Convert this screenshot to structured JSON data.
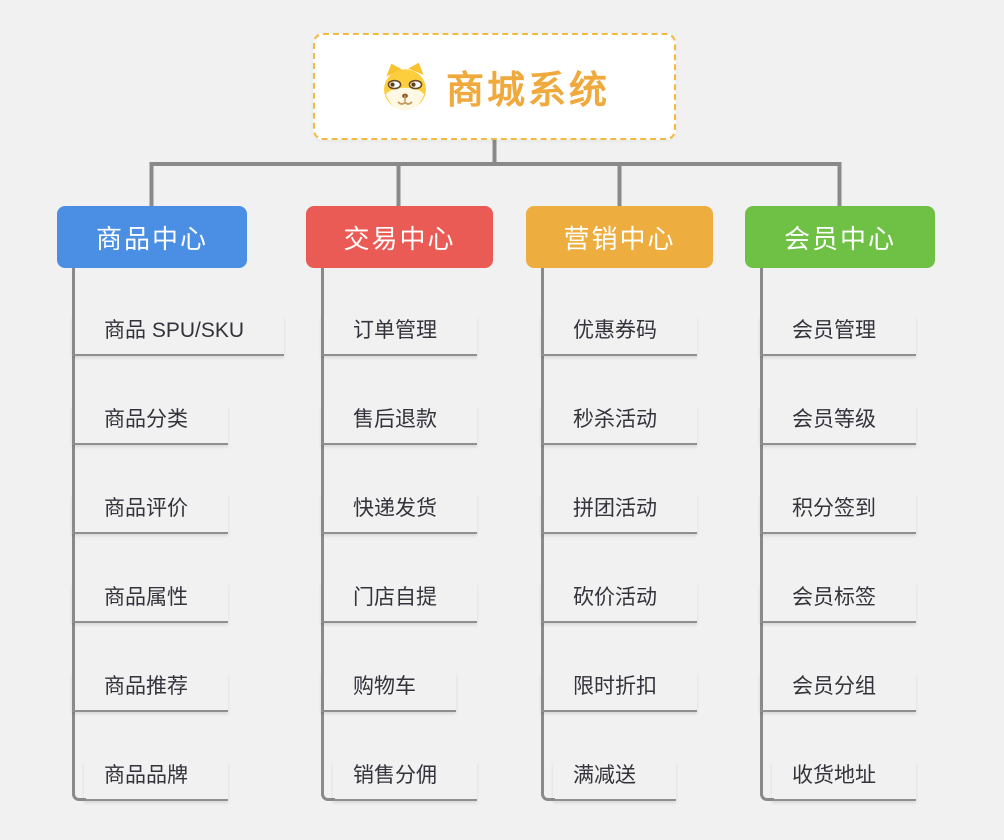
{
  "canvas": {
    "background_color": "#F1F1F1",
    "connector_color": "#8A8A8A",
    "leaf_underline_color": "#8F8F8F",
    "leaf_text_color": "#33333B"
  },
  "root": {
    "title": "商城系统",
    "icon": "shiba-dog-icon",
    "accent_color": "#EFA93D",
    "border_color": "#F5B942",
    "background_color": "#FFFFFF"
  },
  "branches": [
    {
      "label": "商品中心",
      "color": "#4A8FE4",
      "items": [
        "商品 SPU/SKU",
        "商品分类",
        "商品评价",
        "商品属性",
        "商品推荐",
        "商品品牌"
      ]
    },
    {
      "label": "交易中心",
      "color": "#EA5B55",
      "items": [
        "订单管理",
        "售后退款",
        "快递发货",
        "门店自提",
        "购物车",
        "销售分佣"
      ]
    },
    {
      "label": "营销中心",
      "color": "#EEAD3F",
      "items": [
        "优惠券码",
        "秒杀活动",
        "拼团活动",
        "砍价活动",
        "限时折扣",
        "满减送"
      ]
    },
    {
      "label": "会员中心",
      "color": "#6EC145",
      "items": [
        "会员管理",
        "会员等级",
        "积分签到",
        "会员标签",
        "会员分组",
        "收货地址"
      ]
    }
  ]
}
